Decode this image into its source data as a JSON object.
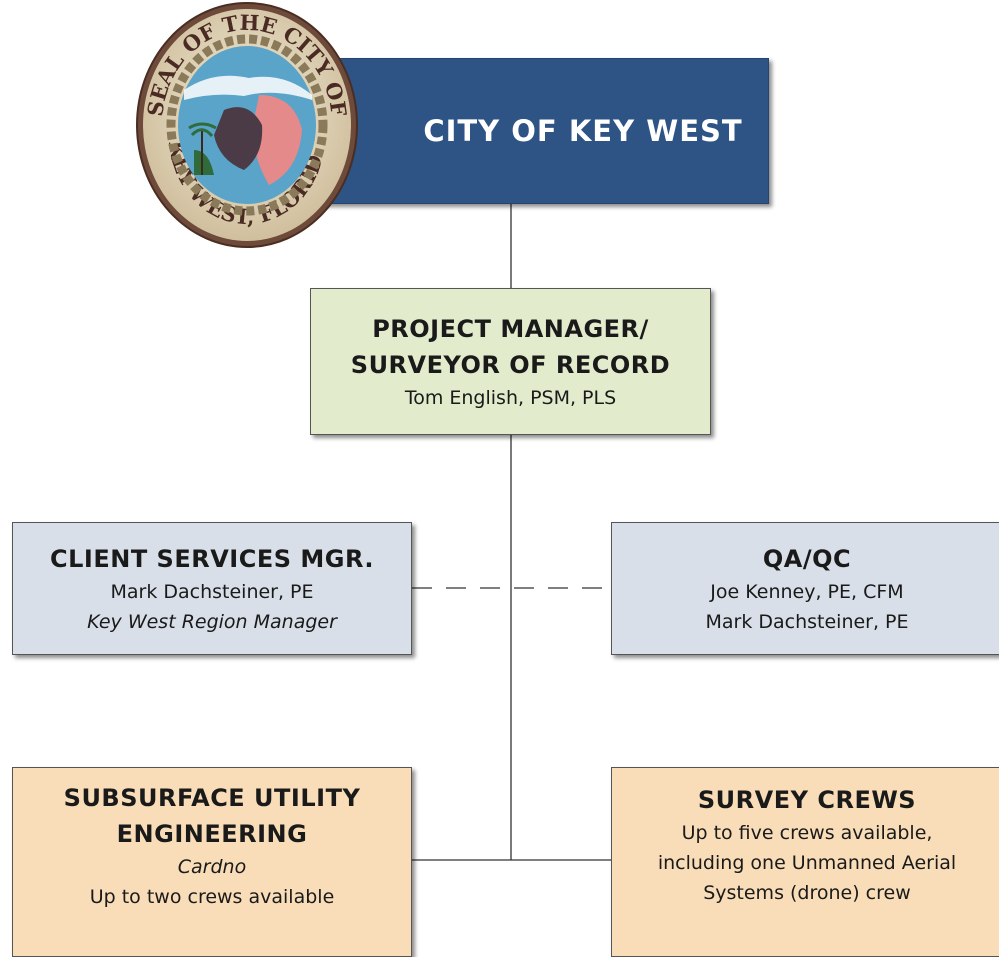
{
  "city": {
    "title": "CITY OF KEY WEST"
  },
  "seal": {
    "text_top": "SEAL OF THE CITY OF",
    "text_bottom": "KEY WEST, FLORIDA"
  },
  "project_manager": {
    "title_line1": "PROJECT MANAGER/",
    "title_line2": "SURVEYOR OF RECORD",
    "name": "Tom English, PSM, PLS"
  },
  "client_services": {
    "title": "CLIENT SERVICES MGR.",
    "name": "Mark Dachsteiner, PE",
    "role": "Key West Region Manager"
  },
  "qaqc": {
    "title": "QA/QC",
    "line1": "Joe Kenney, PE, CFM",
    "line2": "Mark Dachsteiner, PE"
  },
  "sue": {
    "title_line1": "SUBSURFACE UTILITY",
    "title_line2": "ENGINEERING",
    "firm": "Cardno",
    "crews": "Up to two crews available"
  },
  "survey_crews": {
    "title": "SURVEY CREWS",
    "line1": "Up to five crews available,",
    "line2": "including one Unmanned Aerial",
    "line3": "Systems (drone) crew"
  },
  "colors": {
    "city": "#2e5385",
    "project_manager": "#e2eccd",
    "support": "#d8dfe8",
    "field": "#f8ddb8"
  }
}
